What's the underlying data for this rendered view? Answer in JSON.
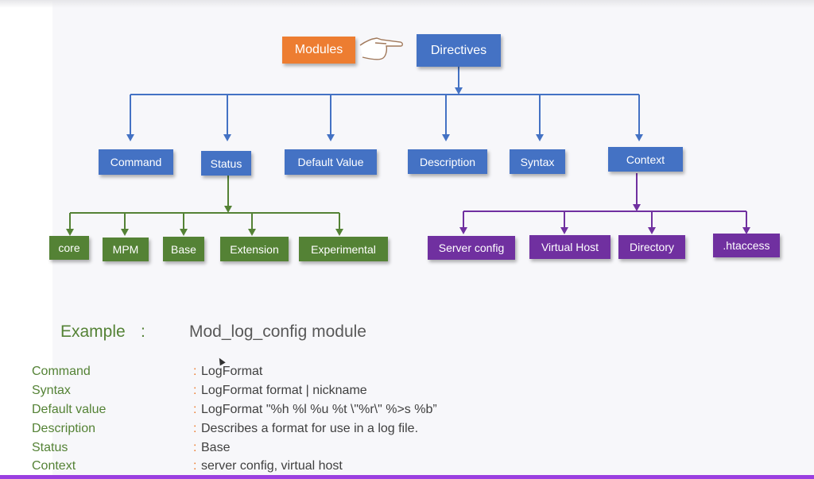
{
  "diagram": {
    "root": {
      "label": "Modules",
      "color": "#ed7d31"
    },
    "pointer_icon": "pointing-hand-icon",
    "directives": {
      "label": "Directives",
      "color": "#4472c4"
    },
    "attributes": [
      {
        "label": "Command"
      },
      {
        "label": "Status"
      },
      {
        "label": "Default Value"
      },
      {
        "label": "Description"
      },
      {
        "label": "Syntax"
      },
      {
        "label": "Context"
      }
    ],
    "status_values": {
      "color": "#548235",
      "items": [
        {
          "label": "core"
        },
        {
          "label": "MPM"
        },
        {
          "label": "Base"
        },
        {
          "label": "Extension"
        },
        {
          "label": "Experimental"
        }
      ]
    },
    "context_values": {
      "color": "#7030a0",
      "items": [
        {
          "label": "Server config"
        },
        {
          "label": "Virtual Host"
        },
        {
          "label": "Directory"
        },
        {
          "label": ".htaccess"
        }
      ]
    }
  },
  "example": {
    "label": "Example",
    "colon": ":",
    "value": "Mod_log_config module",
    "rows": [
      {
        "key": "Command",
        "value": "LogFormat"
      },
      {
        "key": "Syntax",
        "value": "LogFormat format | nickname"
      },
      {
        "key": "Default value",
        "value": "LogFormat \"%h %l %u %t \\\"%r\\\" %>s %b”"
      },
      {
        "key": "Description",
        "value": "Describes a format for use in a log file."
      },
      {
        "key": "Status",
        "value": "Base"
      },
      {
        "key": "Context",
        "value": "server config, virtual host"
      }
    ],
    "separator": ":"
  }
}
